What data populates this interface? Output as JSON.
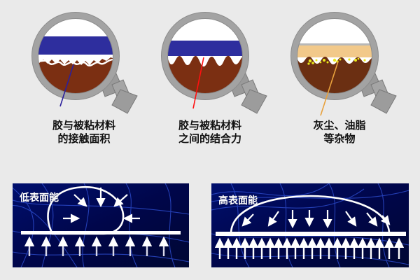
{
  "figure": {
    "title": "",
    "background_color": "#eaeaea"
  },
  "top_row": {
    "items": [
      {
        "id": "contact-area",
        "label_line1": "胶与被粘材料",
        "label_line2": "的接触面积",
        "pointer_color": "#2b1f9c",
        "magnifier": {
          "frame_color": "#a0a0a0",
          "frame_inner_color": "#808080",
          "lens_background": "#ffffff",
          "glue_color": "#2e2e9e",
          "substrate_color": "#7b2f12",
          "gap_visible": true,
          "contaminant_color": null
        }
      },
      {
        "id": "bonding-force",
        "label_line1": "胶与被粘材料",
        "label_line2": "之间的结合力",
        "pointer_color": "#ff1010",
        "magnifier": {
          "frame_color": "#a0a0a0",
          "frame_inner_color": "#808080",
          "lens_background": "#ffffff",
          "glue_color": "#2e2e9e",
          "substrate_color": "#7b2f12",
          "gap_visible": false,
          "contaminant_color": null
        }
      },
      {
        "id": "dust-grease",
        "label_line1": "灰尘、油脂",
        "label_line2": "等杂物",
        "pointer_color": "#e8a13c",
        "magnifier": {
          "frame_color": "#a0a0a0",
          "frame_inner_color": "#808080",
          "lens_background": "#ffffff",
          "glue_color": "#f2c98a",
          "substrate_color": "#6b2f12",
          "gap_visible": false,
          "contaminant_color": "#e8e81a"
        }
      }
    ]
  },
  "bottom_row": {
    "panels": [
      {
        "id": "low-surface-energy",
        "label": "低表面能",
        "background_color": "#000a60",
        "droplet_shape": "tall-rounded",
        "inward_arrow_count": 5,
        "upward_arrow_count": 9,
        "surface_line_color": "#ffffff"
      },
      {
        "id": "high-surface-energy",
        "label": "高表面能",
        "background_color": "#000a60",
        "droplet_shape": "flat-spread",
        "inward_arrow_count": 8,
        "upward_arrow_count": 22,
        "surface_line_color": "#ffffff"
      }
    ]
  }
}
